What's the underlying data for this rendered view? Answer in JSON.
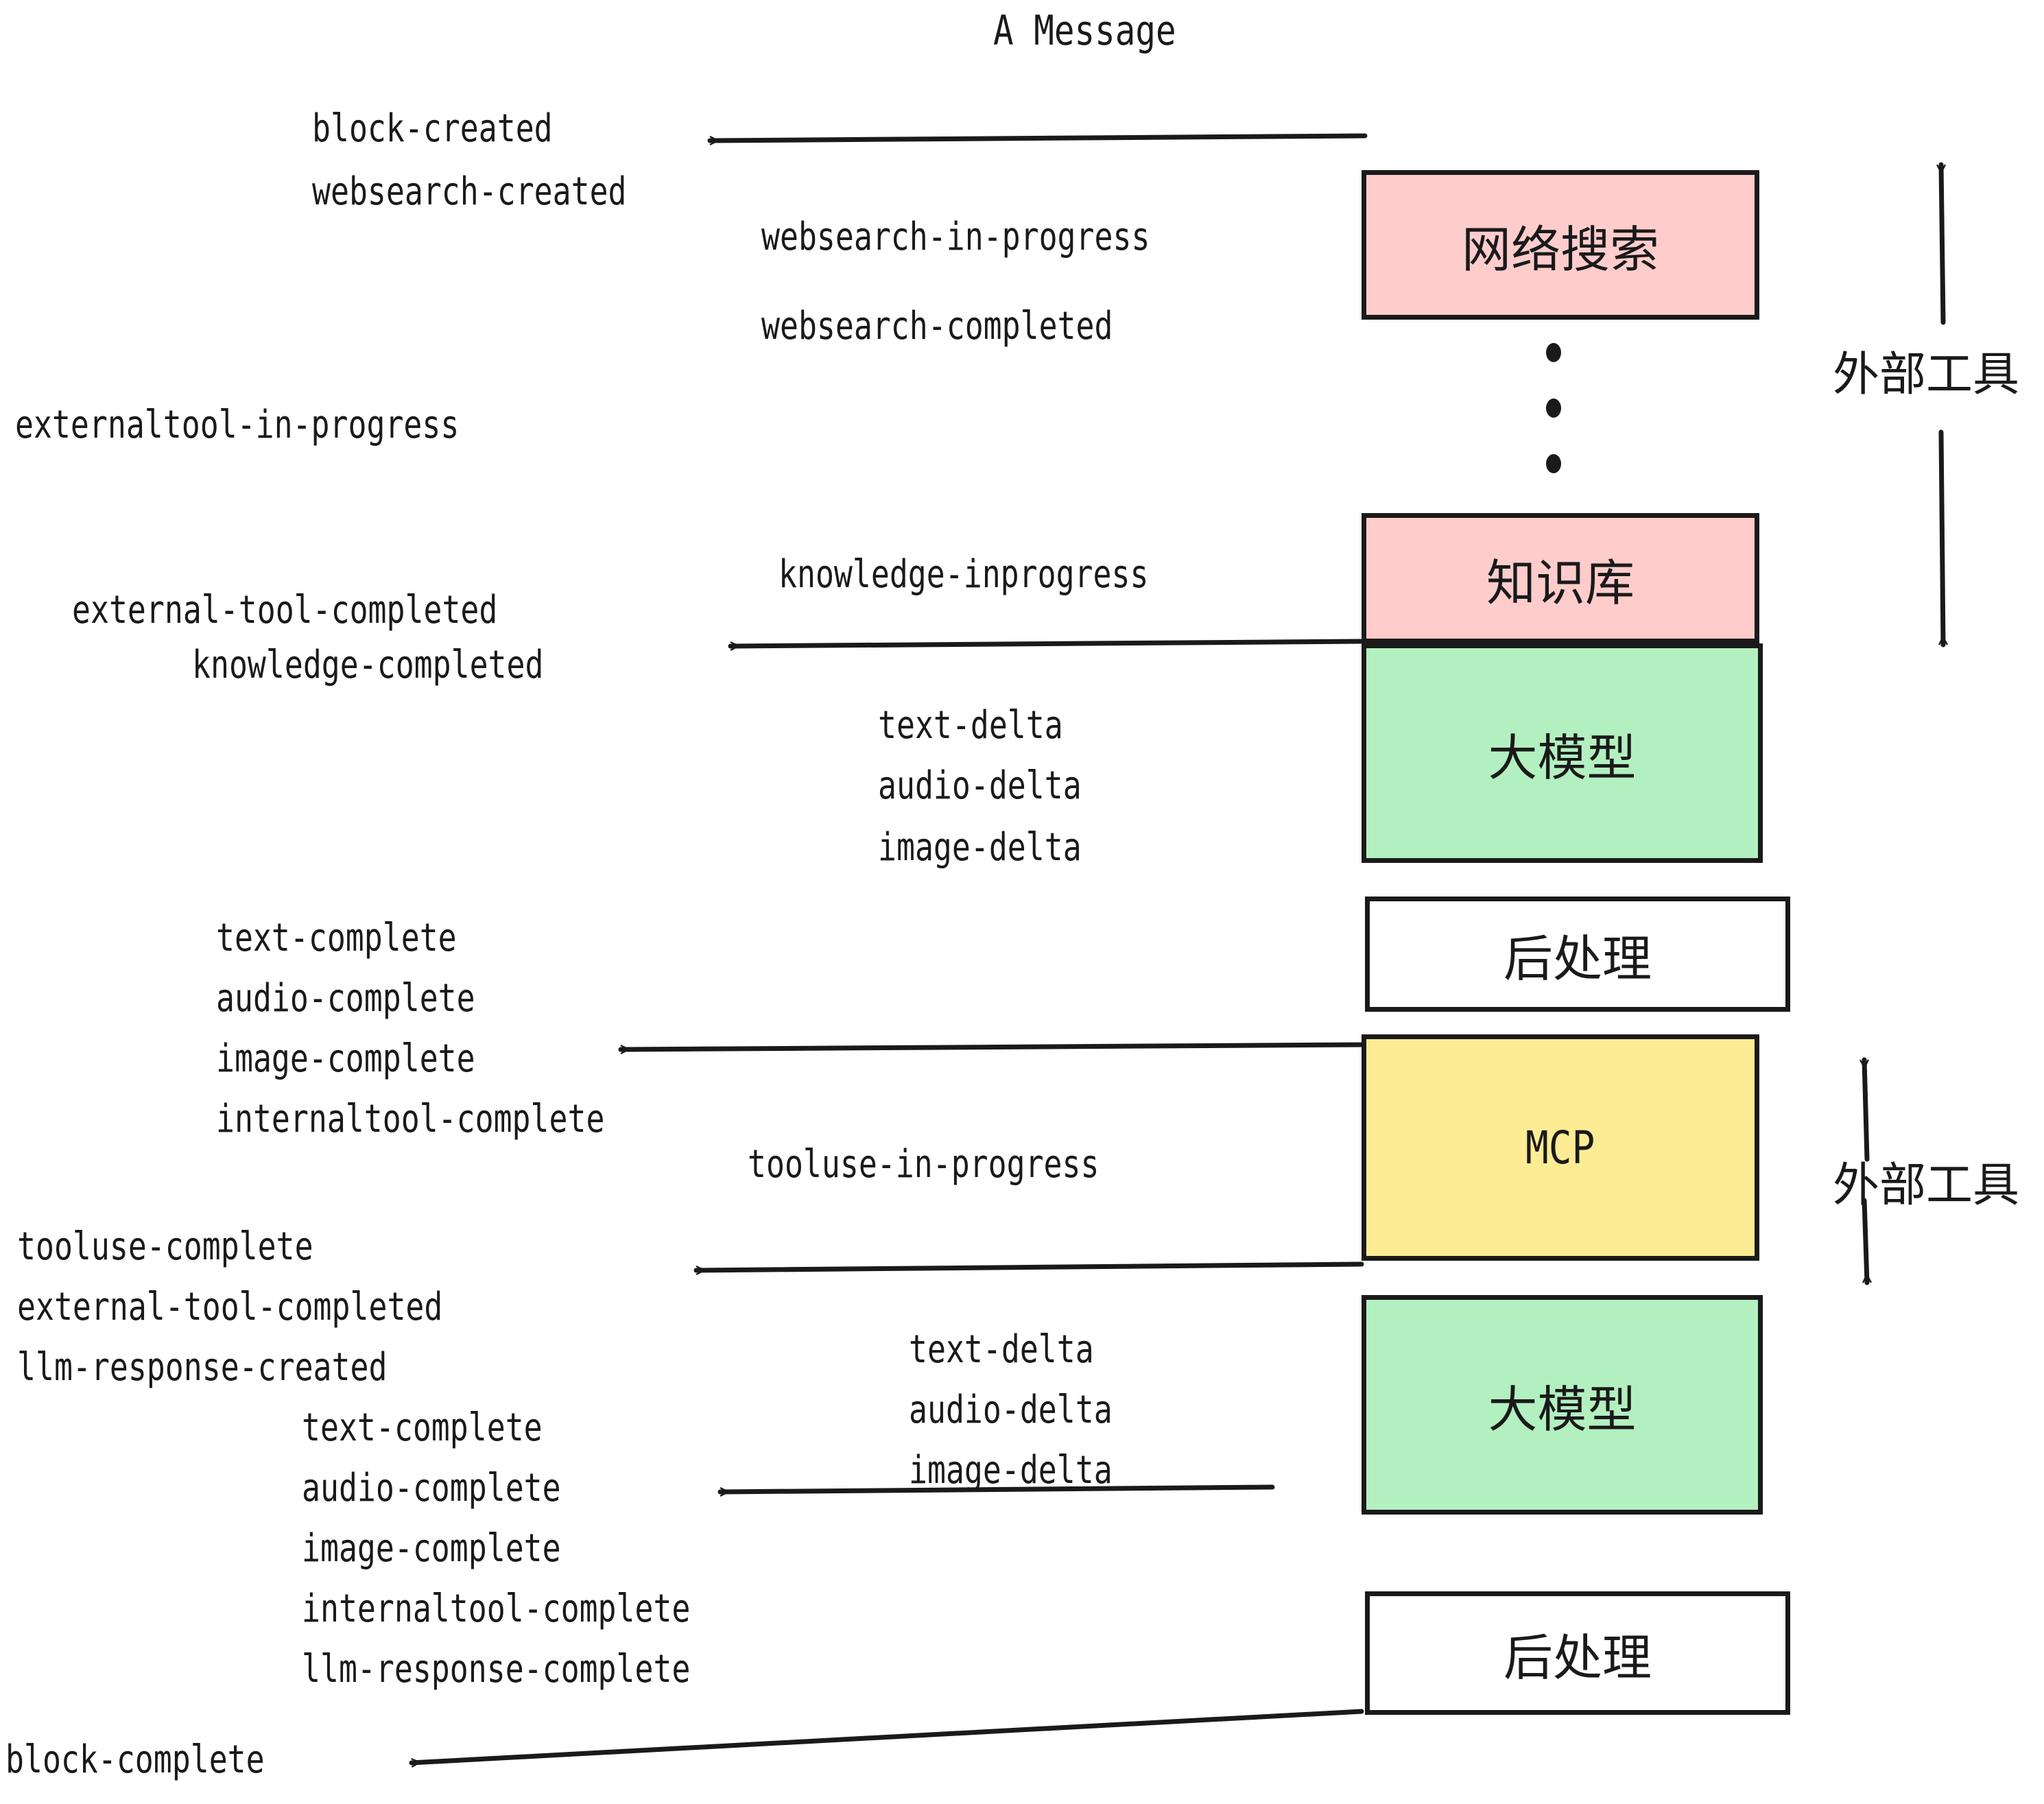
{
  "title": "A Message",
  "colors": {
    "pink": "#FFCCCC",
    "green": "#B3F0C0",
    "yellow": "#FDEC94",
    "white": "#FFFFFF",
    "stroke": "#1A1A1A"
  },
  "boxes": [
    {
      "id": "websearch",
      "label": "网络搜索",
      "fill": "#FFCCCC"
    },
    {
      "id": "knowledge",
      "label": "知识库",
      "fill": "#FFCCCC"
    },
    {
      "id": "llm-1",
      "label": "大模型",
      "fill": "#B3F0C0"
    },
    {
      "id": "postproc-1",
      "label": "后处理",
      "fill": "#FFFFFF"
    },
    {
      "id": "mcp",
      "label": "MCP",
      "fill": "#FDEC94"
    },
    {
      "id": "llm-2",
      "label": "大模型",
      "fill": "#B3F0C0"
    },
    {
      "id": "postproc-2",
      "label": "后处理",
      "fill": "#FFFFFF"
    }
  ],
  "side_labels": [
    {
      "id": "external-tools-top",
      "text": "外部工具"
    },
    {
      "id": "external-tools-bottom",
      "text": "外部工具"
    }
  ],
  "events": [
    {
      "id": "block-created",
      "text": "block-created"
    },
    {
      "id": "websearch-created",
      "text": "websearch-created"
    },
    {
      "id": "websearch-in-progress",
      "text": "websearch-in-progress"
    },
    {
      "id": "websearch-completed",
      "text": "websearch-completed"
    },
    {
      "id": "externaltool-in-progress",
      "text": "externaltool-in-progress"
    },
    {
      "id": "knowledge-inprogress",
      "text": "knowledge-inprogress"
    },
    {
      "id": "external-tool-completed-1",
      "text": "external-tool-completed"
    },
    {
      "id": "knowledge-completed",
      "text": "knowledge-completed"
    },
    {
      "id": "text-delta-1",
      "text": "text-delta"
    },
    {
      "id": "audio-delta-1",
      "text": "audio-delta"
    },
    {
      "id": "image-delta-1",
      "text": "image-delta"
    },
    {
      "id": "text-complete-1",
      "text": "text-complete"
    },
    {
      "id": "audio-complete-1",
      "text": "audio-complete"
    },
    {
      "id": "image-complete-1",
      "text": "image-complete"
    },
    {
      "id": "internaltool-complete-1",
      "text": "internaltool-complete"
    },
    {
      "id": "tooluse-in-progress",
      "text": "tooluse-in-progress"
    },
    {
      "id": "tooluse-complete",
      "text": "tooluse-complete"
    },
    {
      "id": "external-tool-completed-2",
      "text": "external-tool-completed"
    },
    {
      "id": "llm-response-created",
      "text": "llm-response-created"
    },
    {
      "id": "text-complete-2",
      "text": "text-complete"
    },
    {
      "id": "text-delta-2",
      "text": "text-delta"
    },
    {
      "id": "audio-delta-2",
      "text": "audio-delta"
    },
    {
      "id": "image-delta-2",
      "text": "image-delta"
    },
    {
      "id": "audio-complete-2",
      "text": "audio-complete"
    },
    {
      "id": "image-complete-2",
      "text": "image-complete"
    },
    {
      "id": "internaltool-complete-2",
      "text": "internaltool-complete"
    },
    {
      "id": "llm-response-complete",
      "text": "llm-response-complete"
    },
    {
      "id": "block-complete",
      "text": "block-complete"
    }
  ]
}
